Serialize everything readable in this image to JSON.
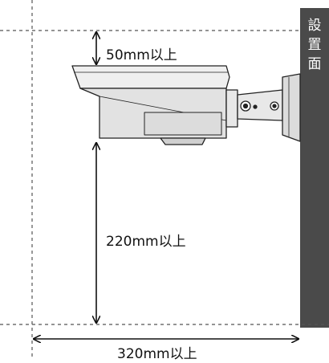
{
  "diagram": {
    "wall_label": [
      "設",
      "置",
      "面"
    ],
    "dim_top": "50mm以上",
    "dim_bottom": "220mm以上",
    "dim_width": "320mm以上"
  },
  "colors": {
    "wall": "#4a4a4a",
    "camera_body": "#e6e6e6",
    "line": "#111111",
    "dashed": "#555555"
  }
}
